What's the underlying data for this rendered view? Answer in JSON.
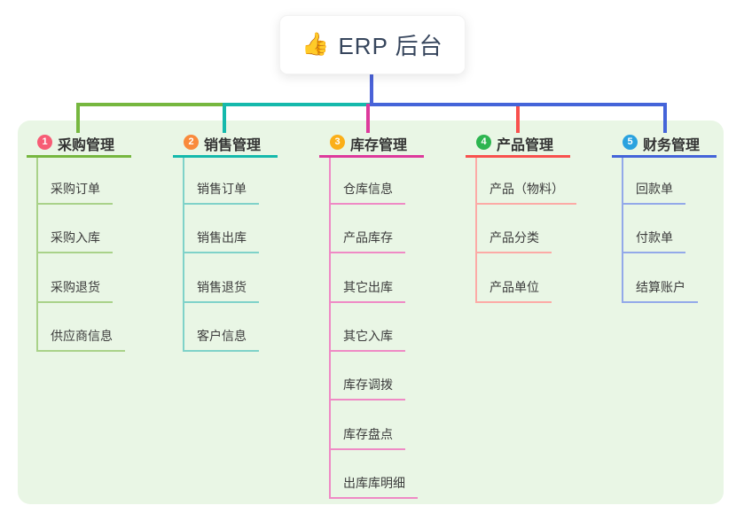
{
  "root": {
    "icon": "thumbs-up-icon",
    "icon_char": "👍",
    "label": "ERP 后台"
  },
  "colors": {
    "canvas_bg": "#ffffff",
    "panel_bg": "#e9f6e5",
    "root_text": "#36455c",
    "root_connector": "#4a62d8",
    "branch_title_text": "#333333",
    "child_text": "#3c3c3c"
  },
  "branches": [
    {
      "index": "1",
      "label": "采购管理",
      "badge_color": "#f75c75",
      "line_color": "#76b73f",
      "child_line_color": "#a9d289",
      "children": [
        "采购订单",
        "采购入库",
        "采购退货",
        "供应商信息"
      ]
    },
    {
      "index": "2",
      "label": "销售管理",
      "badge_color": "#f98a3c",
      "line_color": "#15b9ac",
      "child_line_color": "#7fd2c9",
      "children": [
        "销售订单",
        "销售出库",
        "销售退货",
        "客户信息"
      ]
    },
    {
      "index": "3",
      "label": "库存管理",
      "badge_color": "#fbaf19",
      "line_color": "#dd3a9c",
      "child_line_color": "#ef8ac5",
      "children": [
        "仓库信息",
        "产品库存",
        "其它出库",
        "其它入库",
        "库存调拨",
        "库存盘点",
        "出库库明细"
      ]
    },
    {
      "index": "4",
      "label": "产品管理",
      "badge_color": "#2db550",
      "line_color": "#f8514e",
      "child_line_color": "#fcaaa6",
      "children": [
        "产品（物料）",
        "产品分类",
        "产品单位"
      ]
    },
    {
      "index": "5",
      "label": "财务管理",
      "badge_color": "#2aa2df",
      "line_color": "#4464d9",
      "child_line_color": "#93a9e9",
      "children": [
        "回款单",
        "付款单",
        "结算账户"
      ]
    }
  ]
}
